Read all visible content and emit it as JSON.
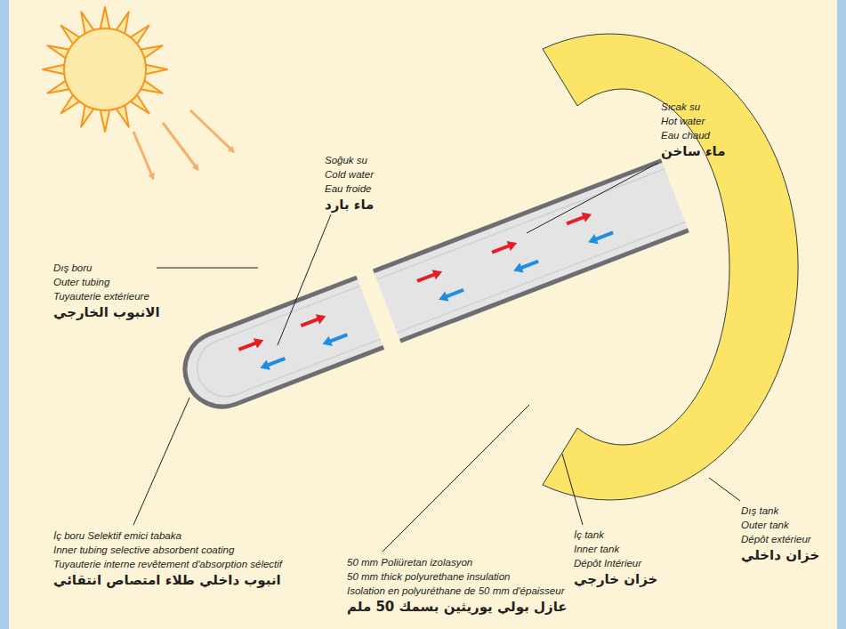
{
  "diagram": {
    "labels": [
      "Soğuk su",
      "Cold water",
      "Eau froide",
      "ماء بارد",
      "Sıcak su",
      "Hot water",
      "Eau chaud",
      "ماء ساخن",
      "Dış boru",
      "Outer tubing",
      "Tuyauterie extérieure",
      "الانبوب الخارجي",
      "İç boru Selektif emici tabaka",
      "Inner tubing selective absorbent coating",
      "Tuyauterie interne revêtement d'absorption sélectif",
      "انبوب داخلي طلاء امتصاص انتقائي",
      "50 mm Poliüretan izolasyon",
      "50 mm thick polyurethane insulation",
      "Isolation en polyuréthane de 50 mm d'épaisseur",
      "عازل بولي يوريثين بسمك 50 ملم",
      "İç tank",
      "Inner tank",
      "Dépôt Intérieur",
      "خزان خارجي",
      "Dış tank",
      "Outer tank",
      "Dépôt extérieur",
      "خزان داخلي"
    ]
  }
}
